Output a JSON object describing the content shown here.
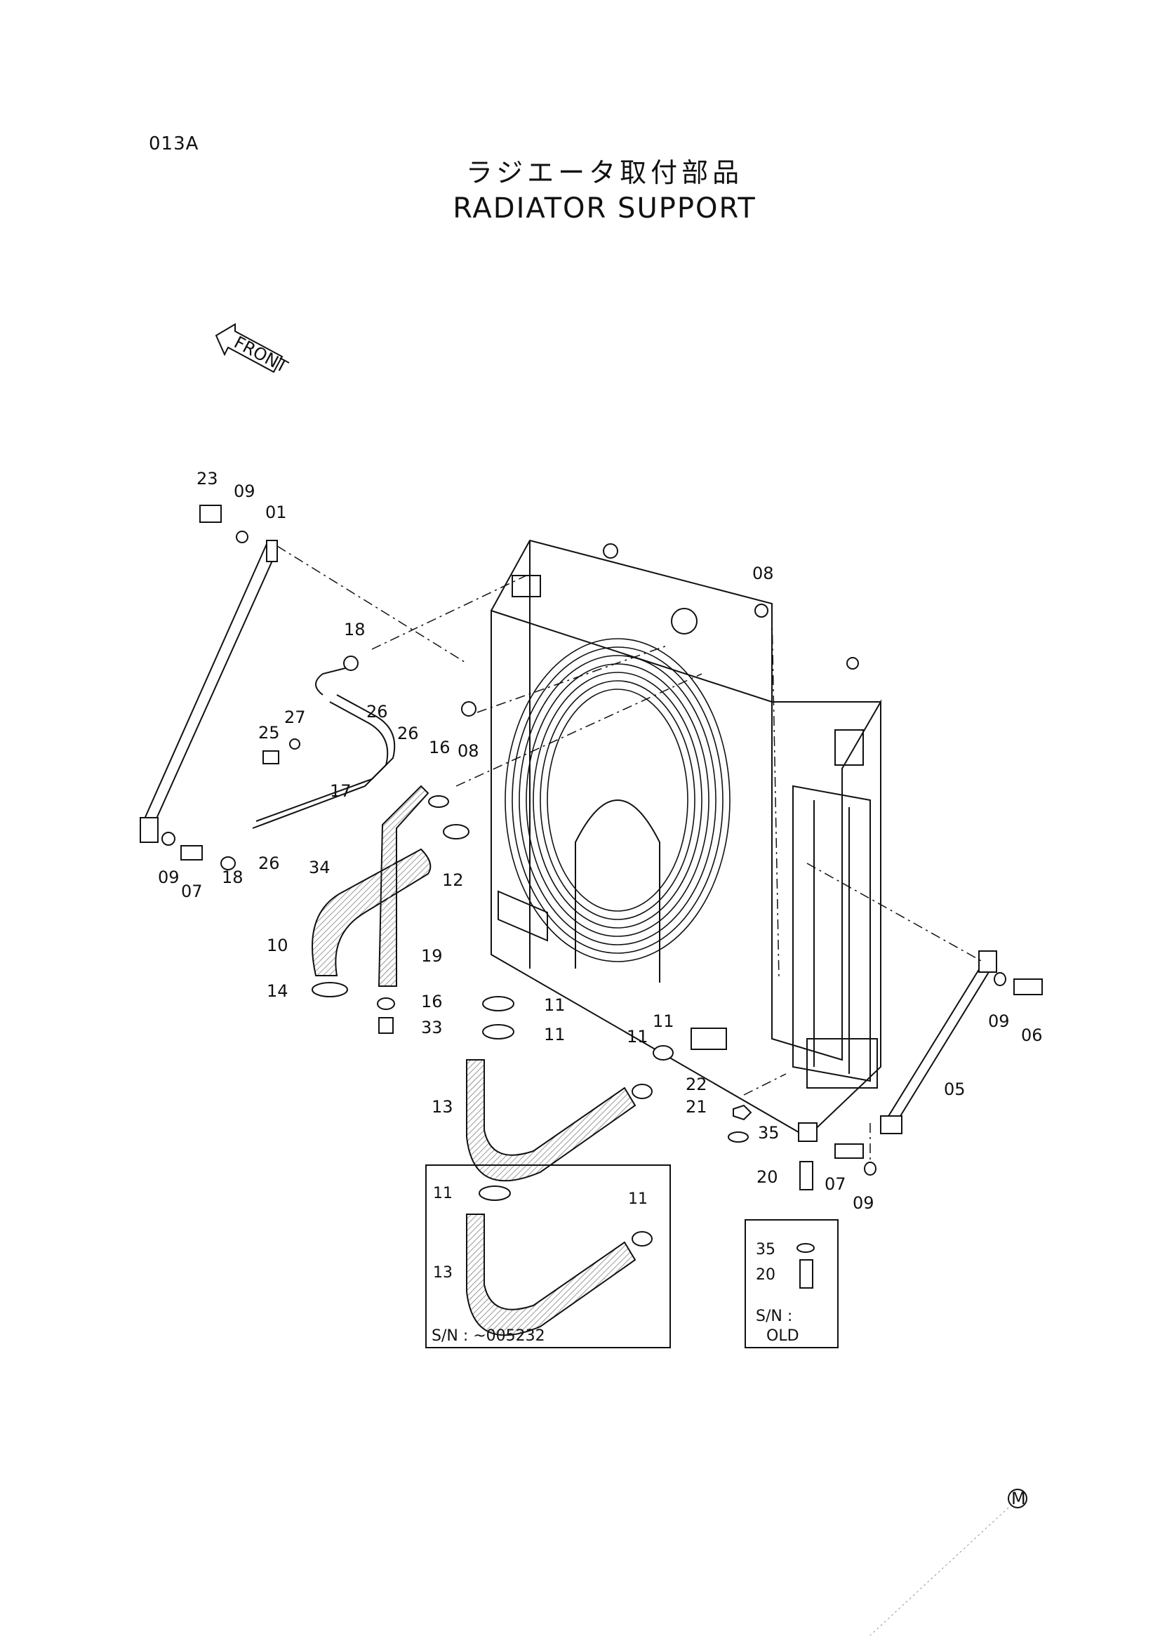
{
  "page_code": "013A",
  "title_jp": "ラジエータ取付部品",
  "title_en": "RADIATOR SUPPORT",
  "front_label": "FRONT",
  "callouts": {
    "c23": "23",
    "c09a": "09",
    "c01": "01",
    "c08a": "08",
    "c18a": "18",
    "c26a": "26",
    "c27": "27",
    "c26b": "26",
    "c25": "25",
    "c08b": "08",
    "c16a": "16",
    "c17": "17",
    "c09b": "09",
    "c07a": "07",
    "c18b": "18",
    "c26c": "26",
    "c34": "34",
    "c12": "12",
    "c10": "10",
    "c19": "19",
    "c14": "14",
    "c16b": "16",
    "c33": "33",
    "c11a": "11",
    "c11b": "11",
    "c11c": "11",
    "c11d": "11",
    "c13": "13",
    "c22": "22",
    "c21": "21",
    "c09c": "09",
    "c06": "06",
    "c05": "05",
    "c35": "35",
    "c07b": "07",
    "c20": "20",
    "c09d": "09"
  },
  "inset_sn_range": {
    "c11a": "11",
    "c11b": "11",
    "c13": "13",
    "sn_label": "S/N :  ~005232"
  },
  "inset_sn_old": {
    "c35": "35",
    "c20": "20",
    "sn_label": "S/N :",
    "sn_value": "OLD"
  },
  "corner_mark": "M"
}
